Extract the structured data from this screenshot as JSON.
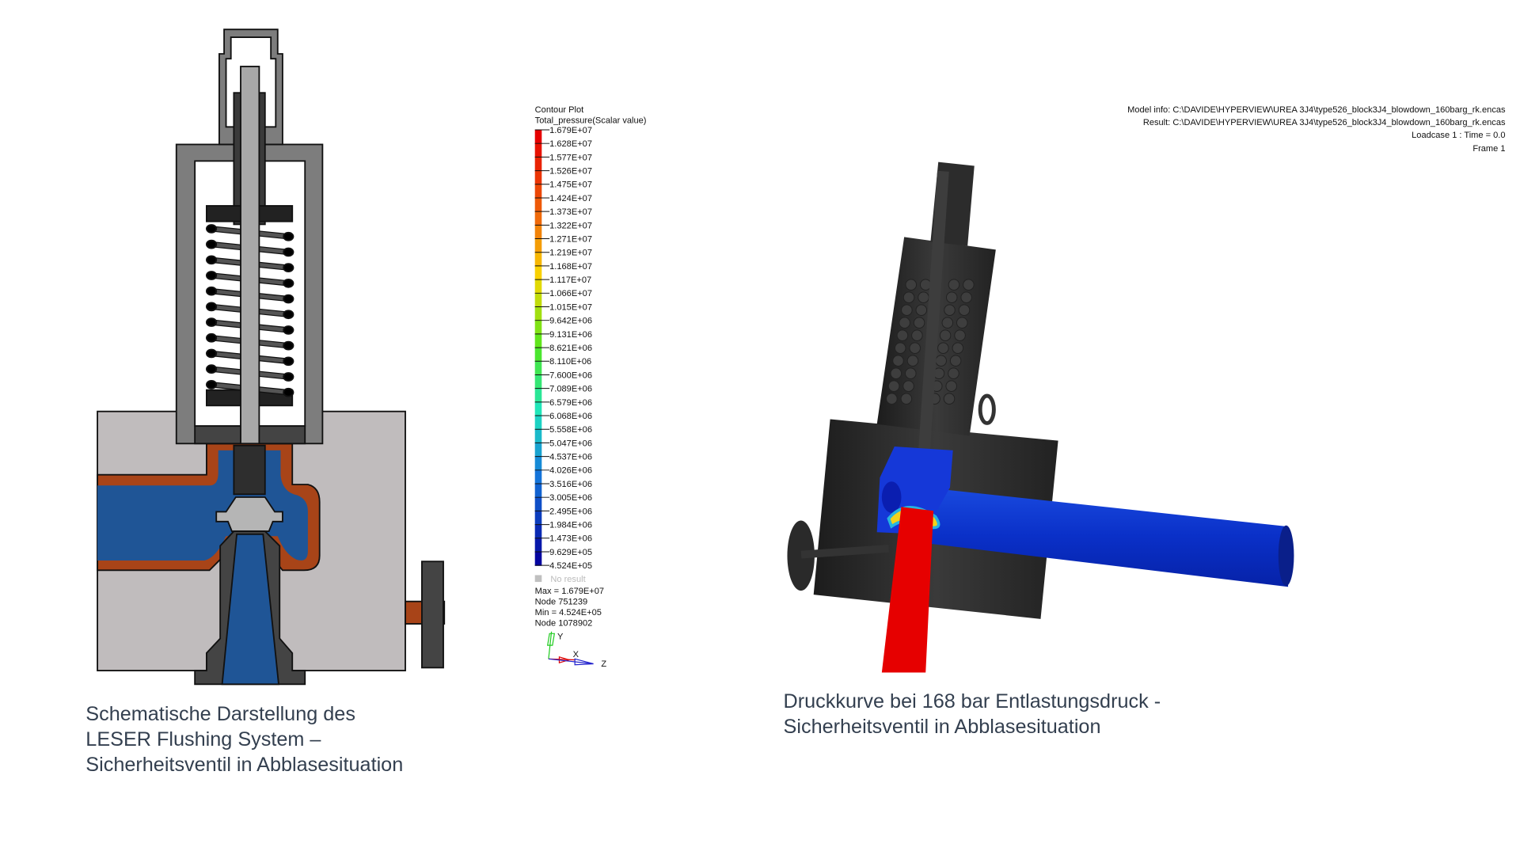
{
  "left_caption": {
    "lines": [
      "Schematische Darstellung des",
      "LESER Flushing System –",
      "Sicherheitsventil in Abblasesituation"
    ]
  },
  "right_caption": {
    "lines": [
      "Druckkurve bei 168 bar Entlastungsdruck -",
      "Sicherheitsventil in Abblasesituation"
    ]
  },
  "model_info": {
    "model": "Model info: C:\\DAVIDE\\HYPERVIEW\\UREA 3J4\\type526_block3J4_blowdown_160barg_rk.encas",
    "result": "Result: C:\\DAVIDE\\HYPERVIEW\\UREA 3J4\\type526_block3J4_blowdown_160barg_rk.encas",
    "loadcase": "Loadcase 1 : Time = 0.0",
    "frame": "Frame 1"
  },
  "legend": {
    "title": "Contour Plot",
    "subtitle": "Total_pressure(Scalar value)",
    "labels": [
      "1.679E+07",
      "1.628E+07",
      "1.577E+07",
      "1.526E+07",
      "1.475E+07",
      "1.424E+07",
      "1.373E+07",
      "1.322E+07",
      "1.271E+07",
      "1.219E+07",
      "1.168E+07",
      "1.117E+07",
      "1.066E+07",
      "1.015E+07",
      "9.642E+06",
      "9.131E+06",
      "8.621E+06",
      "8.110E+06",
      "7.600E+06",
      "7.089E+06",
      "6.579E+06",
      "6.068E+06",
      "5.558E+06",
      "5.047E+06",
      "4.537E+06",
      "4.026E+06",
      "3.516E+06",
      "3.005E+06",
      "2.495E+06",
      "1.984E+06",
      "1.473E+06",
      "9.629E+05",
      "4.524E+05"
    ],
    "no_result": "No result",
    "max": "Max = 1.679E+07",
    "max_node": "Node 751239",
    "min": "Min = 4.524E+05",
    "min_node": "Node 1078902"
  },
  "axes": {
    "x": "X",
    "y": "Y",
    "z": "Z"
  },
  "colors": {
    "caption": "#333f4f",
    "high_pressure": "#e60000",
    "low_pressure": "#1040d0",
    "schematic_blue": "#1f5596",
    "schematic_orange": "#a84418"
  }
}
